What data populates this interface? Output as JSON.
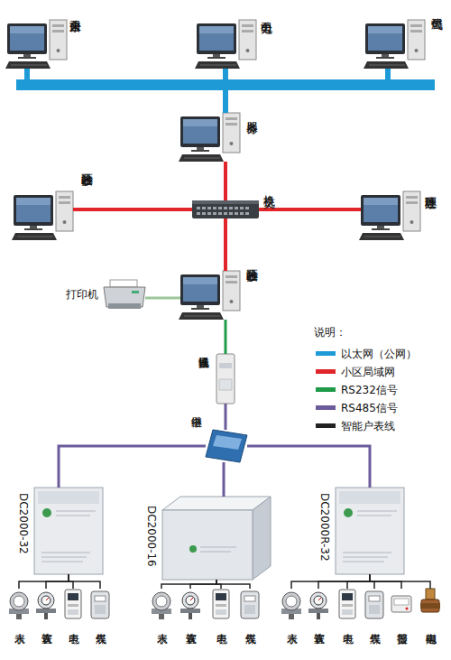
{
  "diagram": {
    "nodes": [
      {
        "text": [
          "自来水公司"
        ]
      },
      {
        "text": [
          "电力公司"
        ]
      },
      {
        "text": [
          "燃气公司"
        ]
      },
      {
        "text": [
          "服务器"
        ]
      },
      {
        "text": [
          "小区抄表分站"
        ]
      },
      {
        "text": [
          "交换机"
        ]
      },
      {
        "text": [
          "小区管理处"
        ]
      },
      {
        "text": [
          "打印机"
        ]
      },
      {
        "text": [
          "小区抄表分站"
        ]
      },
      {
        "text": [
          "通讯转换器"
        ]
      },
      {
        "text": [
          "中继器"
        ]
      },
      {
        "text": [
          "DC2000-32"
        ]
      },
      {
        "text": [
          "DC2000-16"
        ]
      },
      {
        "text": [
          "DC2000R-32"
        ]
      },
      {
        "text": [
          "水表"
        ]
      },
      {
        "text": [
          "直饮表"
        ]
      },
      {
        "text": [
          "电表"
        ]
      },
      {
        "text": [
          "煤气表"
        ]
      },
      {
        "text": [
          "水表"
        ]
      },
      {
        "text": [
          "直饮表"
        ]
      },
      {
        "text": [
          "电表"
        ]
      },
      {
        "text": [
          "煤气表"
        ]
      },
      {
        "text": [
          "水表"
        ]
      },
      {
        "text": [
          "直饮表"
        ]
      },
      {
        "text": [
          "电表"
        ]
      },
      {
        "text": [
          "煤气表"
        ]
      },
      {
        "text": [
          "报警器"
        ]
      },
      {
        "text": [
          "电磁阀"
        ]
      }
    ],
    "edges": [
      {
        "from": 0,
        "to": 3,
        "arrow": "none"
      },
      {
        "from": 1,
        "to": 3,
        "arrow": "none"
      },
      {
        "from": 2,
        "to": 3,
        "arrow": "none"
      },
      {
        "from": 3,
        "to": 5,
        "arrow": "none"
      },
      {
        "from": 4,
        "to": 5,
        "arrow": "none"
      },
      {
        "from": 5,
        "to": 6,
        "arrow": "none"
      },
      {
        "from": 5,
        "to": 8,
        "arrow": "none"
      },
      {
        "from": 7,
        "to": 8,
        "arrow": "none"
      },
      {
        "from": 8,
        "to": 9,
        "arrow": "none"
      },
      {
        "from": 9,
        "to": 10,
        "arrow": "none"
      },
      {
        "from": 10,
        "to": 11,
        "arrow": "none"
      },
      {
        "from": 10,
        "to": 12,
        "arrow": "none"
      },
      {
        "from": 10,
        "to": 13,
        "arrow": "none"
      },
      {
        "from": 11,
        "to": 14,
        "arrow": "none"
      },
      {
        "from": 11,
        "to": 15,
        "arrow": "none"
      },
      {
        "from": 11,
        "to": 16,
        "arrow": "none"
      },
      {
        "from": 11,
        "to": 17,
        "arrow": "none"
      },
      {
        "from": 12,
        "to": 18,
        "arrow": "none"
      },
      {
        "from": 12,
        "to": 19,
        "arrow": "none"
      },
      {
        "from": 12,
        "to": 20,
        "arrow": "none"
      },
      {
        "from": 12,
        "to": 21,
        "arrow": "none"
      },
      {
        "from": 13,
        "to": 22,
        "arrow": "none"
      },
      {
        "from": 13,
        "to": 23,
        "arrow": "none"
      },
      {
        "from": 13,
        "to": 24,
        "arrow": "none"
      },
      {
        "from": 13,
        "to": 25,
        "arrow": "none"
      },
      {
        "from": 13,
        "to": 26,
        "arrow": "none"
      },
      {
        "from": 13,
        "to": 27,
        "arrow": "none"
      }
    ],
    "labels": [
      "说明："
    ],
    "legend": [
      {
        "text": "以太网（公网）",
        "color": "#1e9ad6"
      },
      {
        "text": "小区局域网",
        "color": "#e0262a"
      },
      {
        "text": "RS232信号",
        "color": "#1f9a48"
      },
      {
        "text": "RS485信号",
        "color": "#6b5b9b"
      },
      {
        "text": "智能户表线",
        "color": "#222222"
      }
    ]
  }
}
